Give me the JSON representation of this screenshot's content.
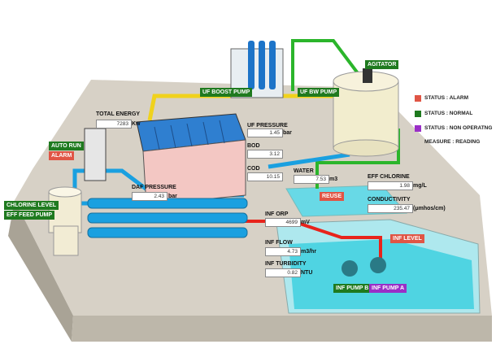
{
  "colors": {
    "normal": "#1f7a1f",
    "alarm": "#e05545",
    "non_operating": "#9a2fc7",
    "pipe_yellow": "#f0d21c",
    "pipe_blue": "#1aa0e0",
    "pipe_green": "#2bb52b",
    "pipe_red": "#e8231b",
    "water": "#3fd0e0"
  },
  "status_tags": {
    "uf_boost_pump": "UF BOOST PUMP",
    "uf_bw_pump": "UF BW PUMP",
    "agitator": "AGITATOR",
    "auto_run": "AUTO RUN",
    "alarm": "ALARM",
    "chlorine_level": "CHLORINE LEVEL",
    "eff_feed_pump": "EFF FEED PUMP",
    "reuse": "REUSE",
    "inf_level": "INF LEVEL",
    "inf_pump_b": "INF PUMP B",
    "inf_pump_a": "INF PUMP A"
  },
  "readings": {
    "total_energy": {
      "label": "TOTAL ENERGY",
      "value": "7283",
      "unit": "Kw"
    },
    "dat_pressure": {
      "label": "DAF PRESSURE",
      "value": "2.43",
      "unit": "bar"
    },
    "uf_pressure": {
      "label": "UF PRESSURE",
      "value": "1.45",
      "unit": "bar"
    },
    "bod": {
      "label": "BOD",
      "value": "3.12",
      "unit": ""
    },
    "cod": {
      "label": "COD",
      "value": "10.15",
      "unit": ""
    },
    "water": {
      "label": "WATER",
      "value": "7.53",
      "unit": "m3"
    },
    "eff_chlorine": {
      "label": "EFF CHLORINE",
      "value": "1.98",
      "unit": "mg/L"
    },
    "conductivity": {
      "label": "CONDUCTIVITY",
      "value": "235.47",
      "unit": "(μmhos/cm)"
    },
    "inf_orp": {
      "label": "INF ORP",
      "value": "4699",
      "unit": "mV"
    },
    "inf_flow": {
      "label": "INF FLOW",
      "value": "4.73",
      "unit": "m3/hr"
    },
    "inf_turbidity": {
      "label": "INF TURBIDITY",
      "value": "0.82",
      "unit": "NTU"
    }
  },
  "legend": [
    {
      "label": "STATUS : ALARM",
      "color": "#e05545"
    },
    {
      "label": "STATUS : NORMAL",
      "color": "#1f7a1f"
    },
    {
      "label": "STATUS : NON OPERATNG",
      "color": "#9a2fc7"
    },
    {
      "label": "MEASURE : READING",
      "color": ""
    }
  ]
}
